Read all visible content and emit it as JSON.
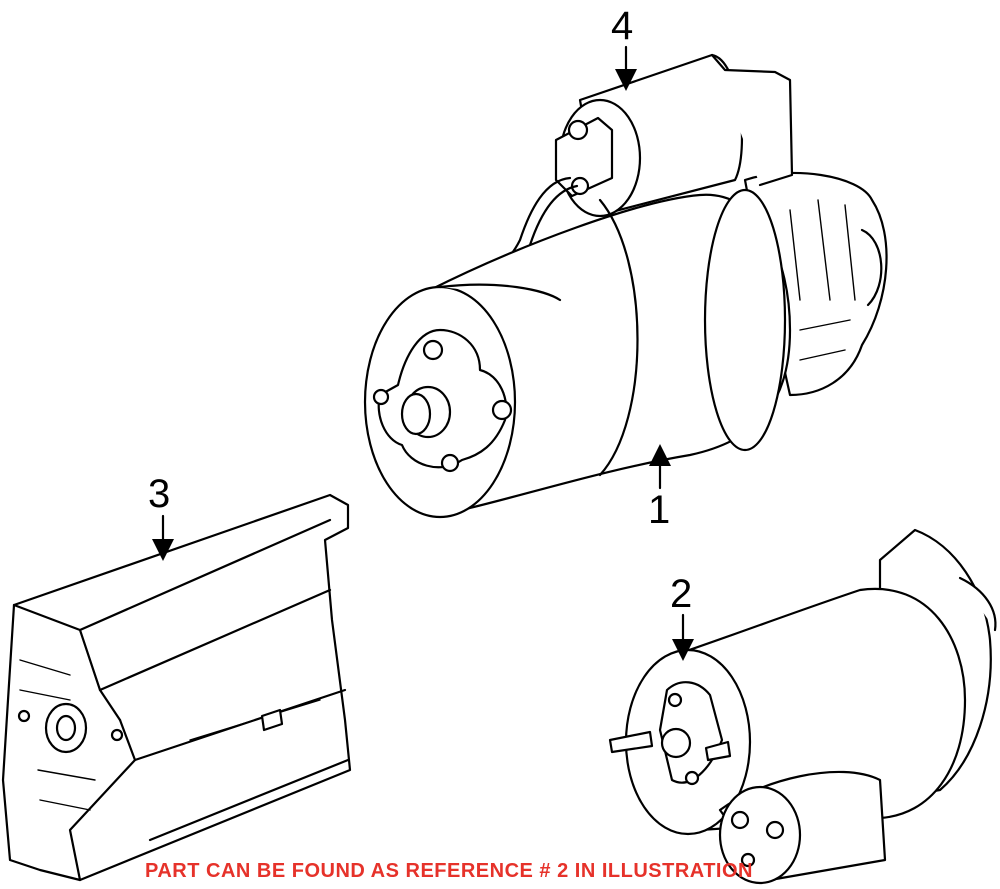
{
  "callouts": {
    "ref1": "1",
    "ref2": "2",
    "ref3": "3",
    "ref4": "4"
  },
  "footnote": "PART CAN BE FOUND AS REFERENCE # 2 IN ILLUSTRATION",
  "colors": {
    "line": "#000000",
    "background": "#ffffff",
    "footnote": "#e6322a"
  }
}
